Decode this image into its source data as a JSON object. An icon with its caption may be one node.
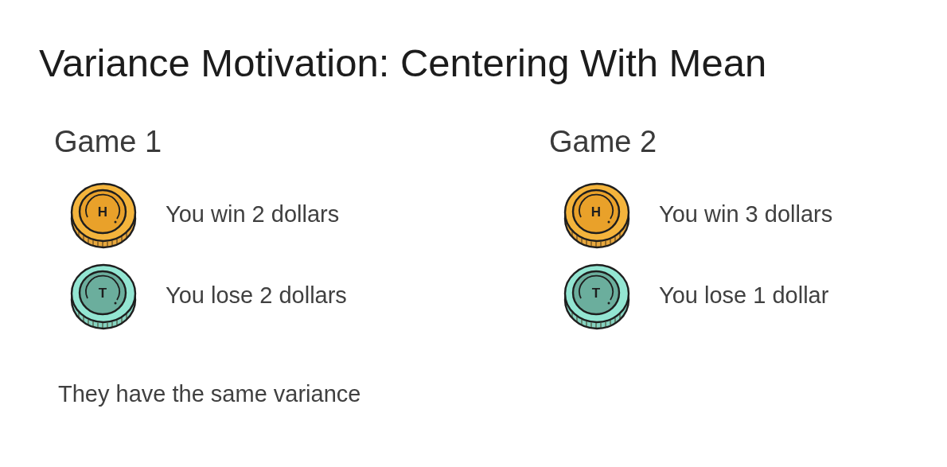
{
  "diagram": {
    "title": "Variance Motivation: Centering With Mean",
    "nodes": [
      {
        "text": [
          "H"
        ],
        "beside": [
          "You win 2 dollars"
        ]
      },
      {
        "text": [
          "T"
        ],
        "beside": [
          "You lose 2 dollars"
        ]
      },
      {
        "text": [
          "H"
        ],
        "beside": [
          "You win 3 dollars"
        ]
      },
      {
        "text": [
          "T"
        ],
        "beside": [
          "You lose 1 dollar"
        ]
      }
    ],
    "labels": [
      "Game 1",
      "Game 2",
      "They have the same variance"
    ]
  }
}
